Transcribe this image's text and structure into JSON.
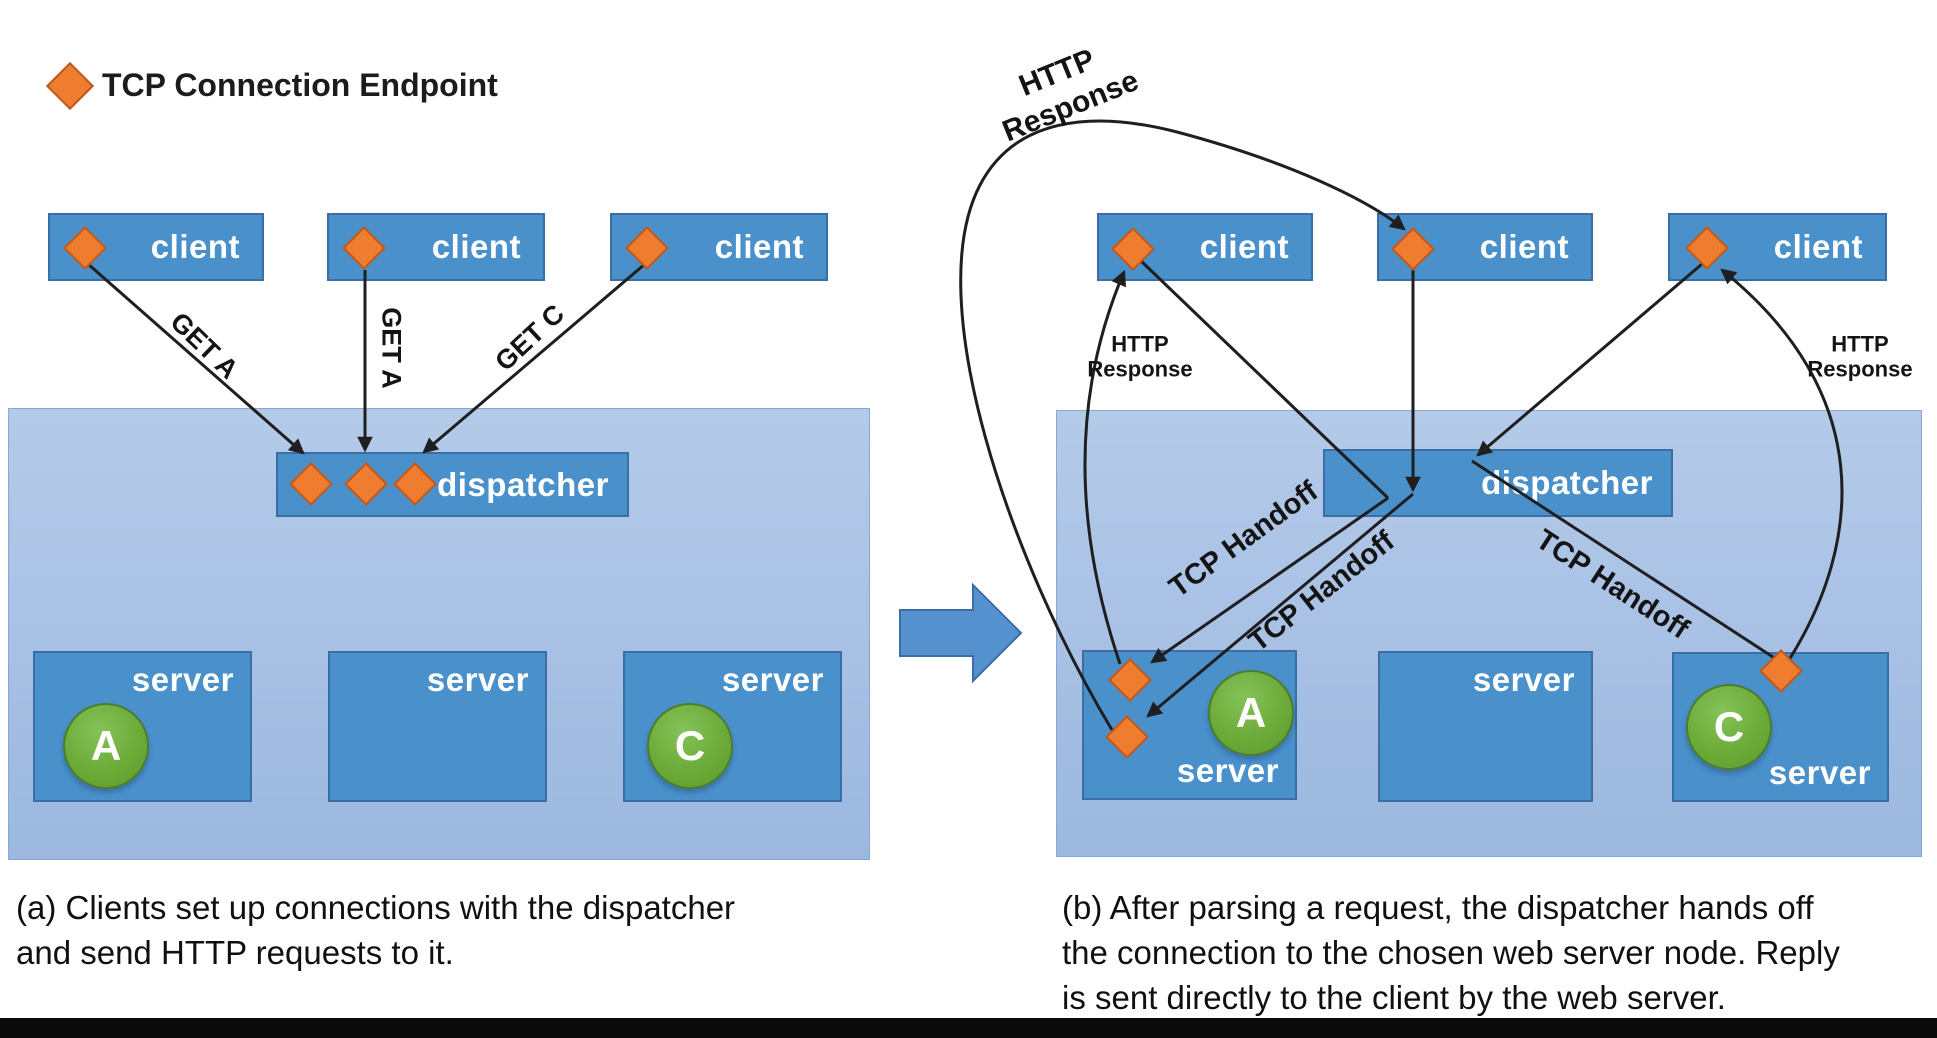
{
  "legend": {
    "label": "TCP Connection Endpoint"
  },
  "panel_a": {
    "client_labels": [
      "client",
      "client",
      "client"
    ],
    "dispatcher_label": "dispatcher",
    "request_labels": [
      "GET A",
      "GET A",
      "GET C"
    ],
    "server_labels": [
      "server",
      "server",
      "server"
    ],
    "server_badges": [
      "A",
      "C"
    ],
    "caption_lines": [
      "(a) Clients set up connections with the dispatcher",
      "and send HTTP requests to it."
    ]
  },
  "panel_b": {
    "client_labels": [
      "client",
      "client",
      "client"
    ],
    "dispatcher_label": "dispatcher",
    "handoff_labels": [
      "TCP Handoff",
      "TCP Handoff",
      "TCP Handoff"
    ],
    "response_labels": [
      "HTTP Response",
      "HTTP Response",
      "HTTP Response"
    ],
    "server_labels": [
      "server",
      "server",
      "server"
    ],
    "server_badges": [
      "A",
      "C"
    ],
    "caption_lines": [
      "(b) After parsing a request, the dispatcher hands off",
      "the connection to the chosen web server node. Reply",
      "is sent directly to the client by the web server."
    ]
  },
  "colors": {
    "node_box_blue": "#4a90cb",
    "node_box_border": "#3a6ea5",
    "cluster_blue_top": "#b4cae9",
    "cluster_blue_bottom": "#9cb8de",
    "endpoint_orange": "#ee7d2f",
    "endpoint_orange_border": "#c0571b",
    "node_green": "#6cab38",
    "wire_black": "#1f1f1f",
    "transition_arrow_blue": "#5591cf"
  }
}
